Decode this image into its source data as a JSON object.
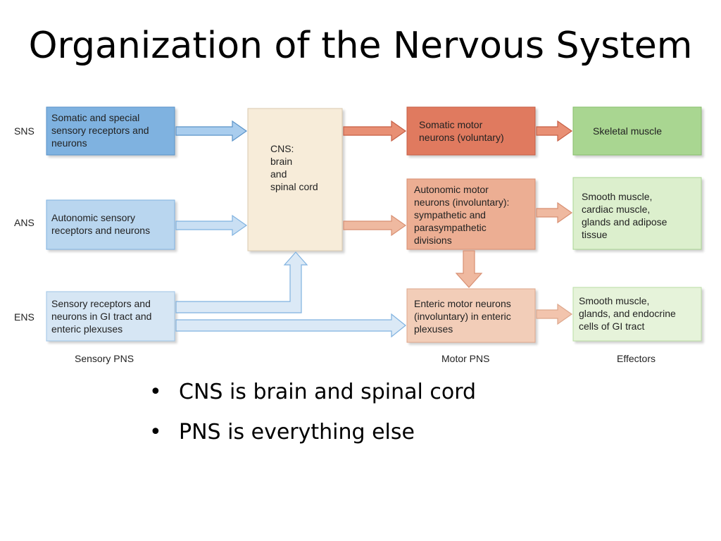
{
  "title": "Organization of the Nervous System",
  "diagram": {
    "rows": {
      "sns": "SNS",
      "ans": "ANS",
      "ens": "ENS"
    },
    "sensory": {
      "sns": "Somatic and special\nsensory receptors and\nneurons",
      "ans": "Autonomic sensory\nreceptors and neurons",
      "ens": "Sensory receptors and\nneurons in GI tract and\nenteric plexuses"
    },
    "cns": "CNS:\nbrain\nand\nspinal cord",
    "motor": {
      "somatic": "Somatic motor\nneurons (voluntary)",
      "autonomic": "Autonomic motor\nneurons (involuntary):\nsympathetic and\nparasympathetic\ndivisions",
      "enteric": "Enteric motor neurons\n(involuntary) in enteric\nplexuses"
    },
    "effectors": {
      "skeletal": "Skeletal muscle",
      "autonomic": "Smooth muscle,\ncardiac muscle,\nglands and adipose\ntissue",
      "enteric": "Smooth muscle,\nglands, and endocrine\ncells of GI tract"
    },
    "columns": {
      "sensory": "Sensory PNS",
      "motor": "Motor PNS",
      "effectors": "Effectors"
    },
    "colors": {
      "sensory_blue": "#7fb2e0",
      "sensory_light": "#b9d6ef",
      "sensory_pale": "#d6e6f4",
      "cns": "#f7ecd9",
      "motor_dark": "#e07a5f",
      "motor_mid": "#ecae93",
      "motor_light": "#f2cdb8",
      "effector_green": "#a9d691",
      "effector_light": "#dcefcd"
    }
  },
  "bullets": [
    "CNS is brain and spinal cord",
    "PNS is everything else"
  ]
}
